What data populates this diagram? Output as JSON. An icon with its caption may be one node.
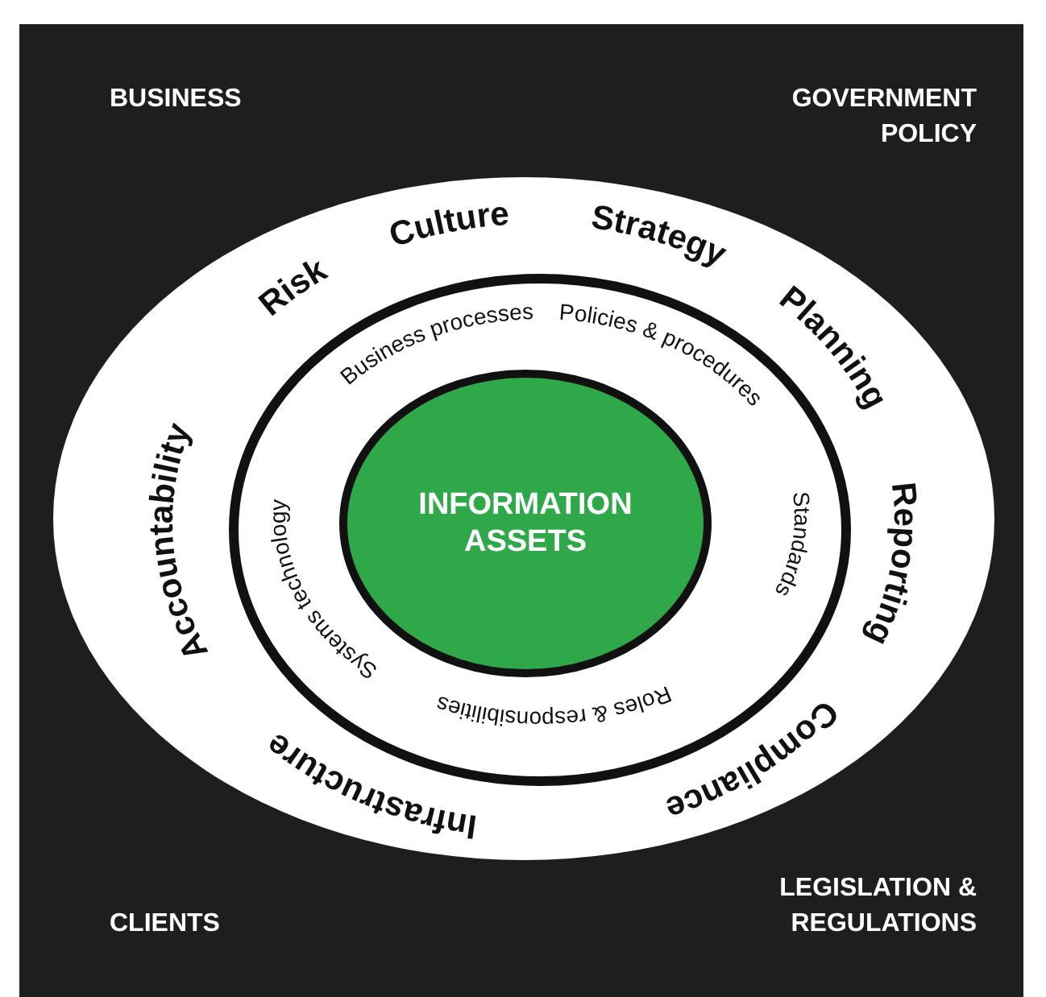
{
  "diagram": {
    "nodes": [
      {
        "text": [
          "Accountability",
          "Risk",
          "Culture",
          "Strategy",
          "Planning",
          "Reporting",
          "Compliance",
          "Infrastructure"
        ]
      },
      {
        "text": [
          "Business processes",
          "Policies & procedures",
          "Standards",
          "Roles & responsibilities",
          "Systems technology"
        ],
        "in": 0
      },
      {
        "text": [
          "INFORMATION ASSETS"
        ],
        "in": 1
      }
    ],
    "labels": [
      "BUSINESS",
      "GOVERNMENT POLICY",
      "CLIENTS",
      "LEGISLATION & REGULATIONS"
    ]
  }
}
